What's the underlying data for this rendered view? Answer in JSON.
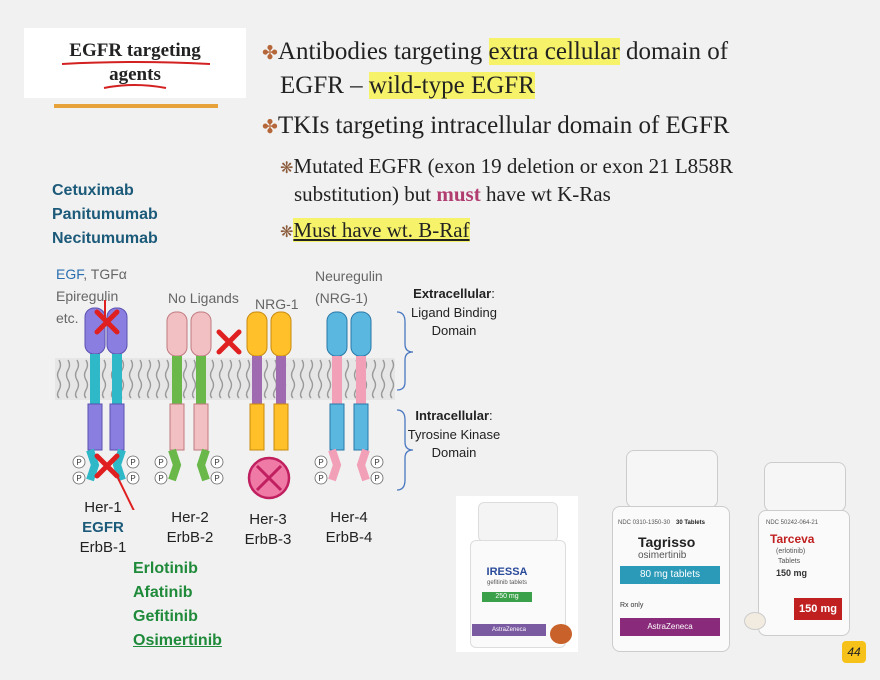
{
  "title": {
    "line1": "EGFR targeting",
    "line2": "agents"
  },
  "bullets": {
    "b1_pre": "Antibodies targeting ",
    "b1_hl": "extra cellular",
    "b1_post": " domain of",
    "b1_line2_pre": "EGFR – ",
    "b1_line2_hl": "wild-type EGFR",
    "b2": "TKIs targeting intracellular domain of EGFR",
    "s1_line1": "Mutated EGFR (exon 19 deletion or exon 21 L858R",
    "s1_line2_pre": "substitution) but ",
    "s1_must": "must",
    "s1_line2_post": " have wt K-Ras",
    "s2": "Must have wt. B-Raf"
  },
  "antibodies": [
    "Cetuximab",
    "Panitumumab",
    "Necitumumab"
  ],
  "ligands": {
    "egf": "EGF",
    "tgf": ", TGFα",
    "epiregulin": "Epiregulin",
    "etc": "etc.",
    "no_ligands": "No Ligands",
    "nrg1": "NRG-1",
    "neuregulin": "Neuregulin",
    "nrg1_paren": "(NRG-1)"
  },
  "domains": {
    "extra_title": "Extracellular",
    "extra_l2": "Ligand Binding",
    "extra_l3": "Domain",
    "intra_title": "Intracellular",
    "intra_l2": "Tyrosine Kinase",
    "intra_l3": "Domain",
    "colon": ":"
  },
  "receptors": [
    {
      "l1": "Her-1",
      "l2": "EGFR",
      "l3": "ErbB-1"
    },
    {
      "l1": "Her-2",
      "l2": "ErbB-2"
    },
    {
      "l1": "Her-3",
      "l2": "ErbB-3"
    },
    {
      "l1": "Her-4",
      "l2": "ErbB-4"
    }
  ],
  "phospho_label": "P",
  "tkis": [
    "Erlotinib",
    "Afatinib",
    "Gefitinib",
    "Osimertinib"
  ],
  "products": {
    "iressa": {
      "name": "IRESSA",
      "generic": "gefitinib tablets",
      "dose": "250 mg",
      "maker": "AstraZeneca"
    },
    "tagrisso": {
      "ndc": "NDC 0310-1350-30",
      "count": "30 Tablets",
      "name": "Tagrisso",
      "generic": "osimertinib",
      "dose": "80 mg tablets",
      "rx": "Rx only",
      "maker": "AstraZeneca"
    },
    "tarceva": {
      "ndc": "NDC 50242-064-21",
      "name": "Tarceva",
      "generic": "(erlotinib)",
      "form": "Tablets",
      "dose": "150 mg"
    }
  },
  "page_number": "44",
  "colors": {
    "accent_orange": "#e8a23a",
    "highlight": "#f6f36a",
    "ab_blue": "#1c5a7a",
    "tki_green": "#1e8a3a",
    "must": "#b03c70",
    "red": "#e02020"
  }
}
